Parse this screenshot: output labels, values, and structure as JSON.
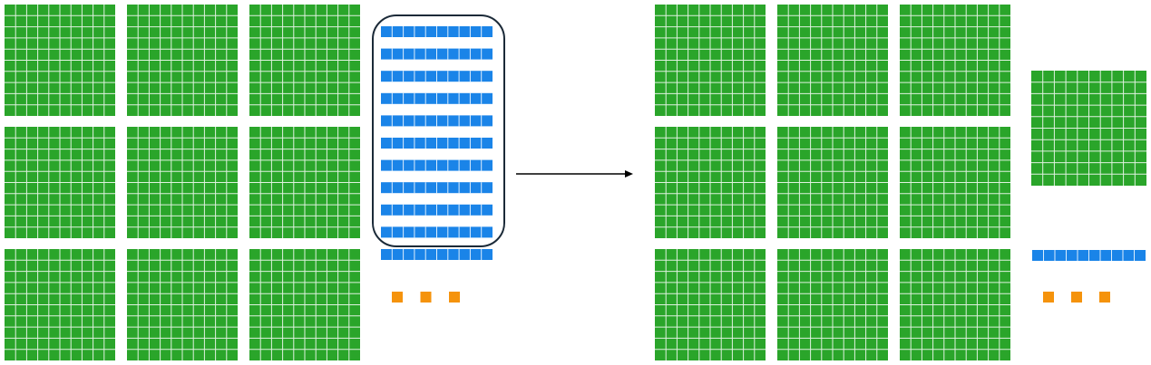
{
  "diagram": {
    "colors": {
      "hundred_square": "#2aa52a",
      "ten_rod": "#1a84e8",
      "one_cube": "#f5930c",
      "grid_line": "#ffffff",
      "group_outline": "#1b2a38",
      "arrow": "#000000",
      "background": "#ffffff"
    },
    "before": {
      "hundreds": 9,
      "tens": 11,
      "tens_grouped": 10,
      "ones": 3
    },
    "after": {
      "hundreds": 10,
      "tens": 1,
      "ones": 3
    },
    "icons": {
      "arrow": "right-arrow-icon"
    }
  }
}
